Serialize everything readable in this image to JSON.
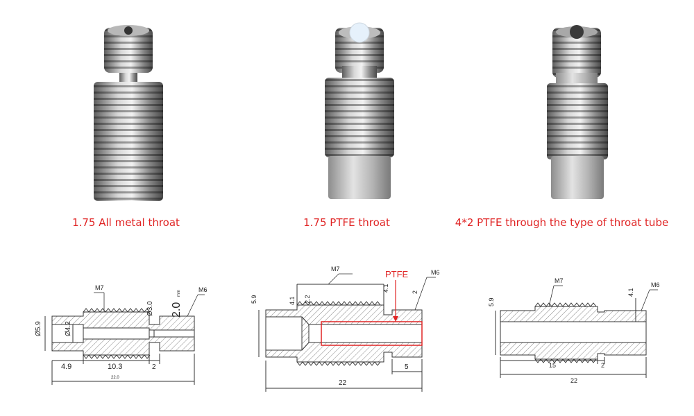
{
  "products": [
    {
      "caption": "1.75 All metal throat",
      "dims": {
        "thread_top": "M7",
        "thread_bottom": "M6",
        "outer_dia": "Ø5.9",
        "bore": "Ø4.2",
        "neck_bore": "Ø3.0",
        "neck_len_label": "2.0",
        "neck_len_unit": "mm",
        "len_a": "4.9",
        "len_b": "10.3",
        "len_c": "2",
        "total": "22.0"
      }
    },
    {
      "caption": "1.75 PTFE throat",
      "dims": {
        "thread_top": "M7",
        "thread_bottom": "M6",
        "ptfe": "PTFE",
        "outer_dia": "5.9",
        "d1": "4.1",
        "d2": "2.2",
        "d3": "4.1",
        "d4": "2",
        "len_a": "5",
        "total": "22"
      }
    },
    {
      "caption": "4*2 PTFE through the type of throat tube",
      "dims": {
        "thread_top": "M7",
        "thread_bottom": "M6",
        "outer_dia": "5.9",
        "d1": "4.1",
        "len_a": "15",
        "len_b": "2",
        "total": "22"
      }
    }
  ],
  "colors": {
    "caption": "#e02424",
    "metal_light": "#d9d9d9",
    "metal_dark": "#6b6b6b",
    "ptfe": "#e6f1fb",
    "ptfe_outline": "#e02424"
  }
}
